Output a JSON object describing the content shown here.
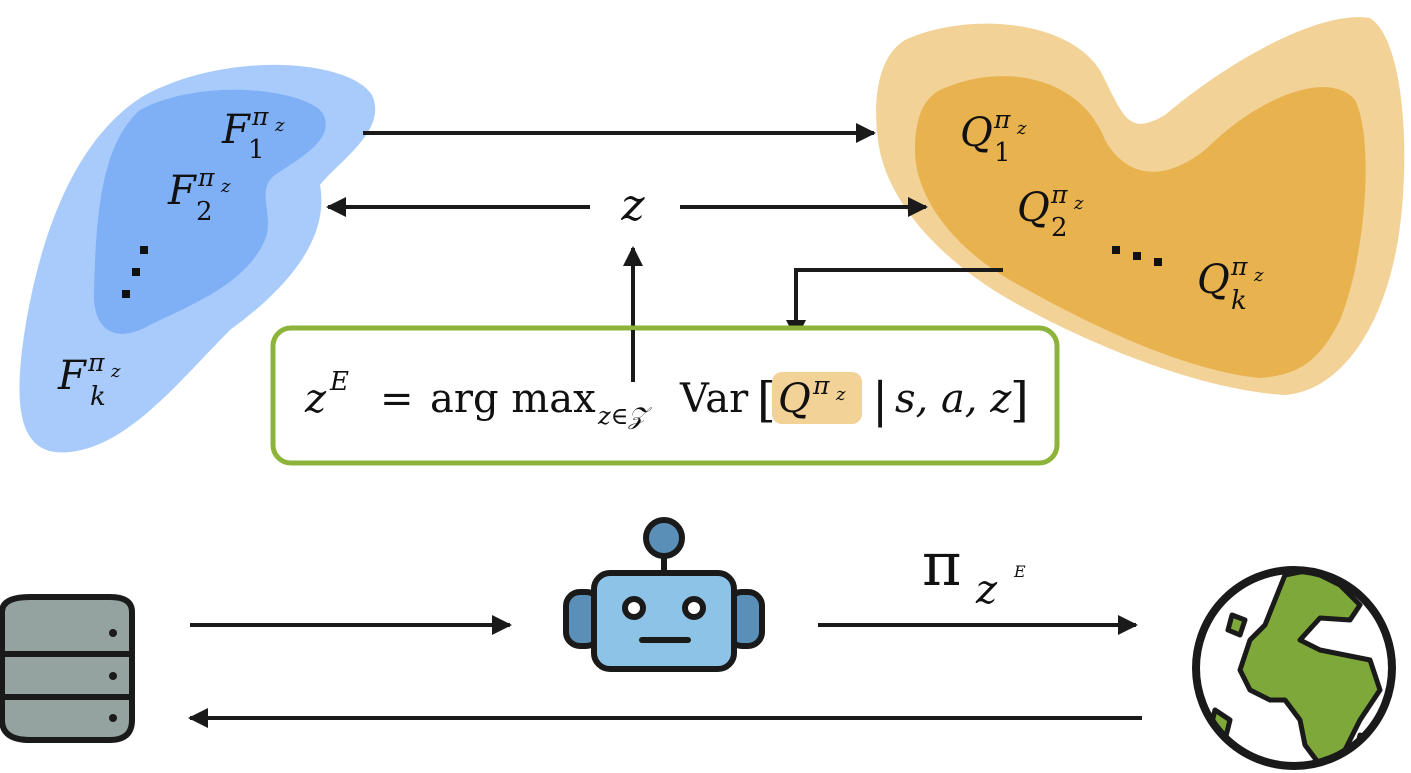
{
  "colors": {
    "blue_outer": "#a9cbfb",
    "blue_inner": "#7fb0f6",
    "orange_outer": "#f2d296",
    "orange_inner": "#e8b24f",
    "green_box": "#8db33a",
    "highlight": "#f2d296",
    "arrow": "#1a1a1a",
    "robot_body": "#8ec3e8",
    "robot_ears": "#5a8fb8",
    "database": "#94a39f",
    "land": "#7fa83a"
  },
  "left_region": {
    "F1": {
      "base": "F",
      "sup": "π",
      "supsub": "z",
      "sub": "1"
    },
    "F2": {
      "base": "F",
      "sup": "π",
      "supsub": "z",
      "sub": "2"
    },
    "dots": "⋮",
    "Fk": {
      "base": "F",
      "sup": "π",
      "supsub": "z",
      "sub": "k"
    }
  },
  "right_region": {
    "Q1": {
      "base": "Q",
      "sup": "π",
      "supsub": "z",
      "sub": "1"
    },
    "Q2": {
      "base": "Q",
      "sup": "π",
      "supsub": "z",
      "sub": "2"
    },
    "dots": "⋯",
    "Qk": {
      "base": "Q",
      "sup": "π",
      "supsub": "z",
      "sub": "k"
    }
  },
  "center_variable": "z",
  "formula": {
    "lhs_base": "z",
    "lhs_sup": "E",
    "equals": "=",
    "op": "arg max",
    "op_sub": "z∈𝒵",
    "var": "Var",
    "lbracket": "[",
    "q_base": "Q",
    "q_sup": "π",
    "q_supsub": "z",
    "bar": "|",
    "cond": "s, a, z",
    "rbracket": "]"
  },
  "policy_label": {
    "base": "π",
    "sub": "z",
    "subsup": "E"
  },
  "icons": {
    "database": "database-icon",
    "robot": "robot-icon",
    "globe": "globe-icon"
  }
}
